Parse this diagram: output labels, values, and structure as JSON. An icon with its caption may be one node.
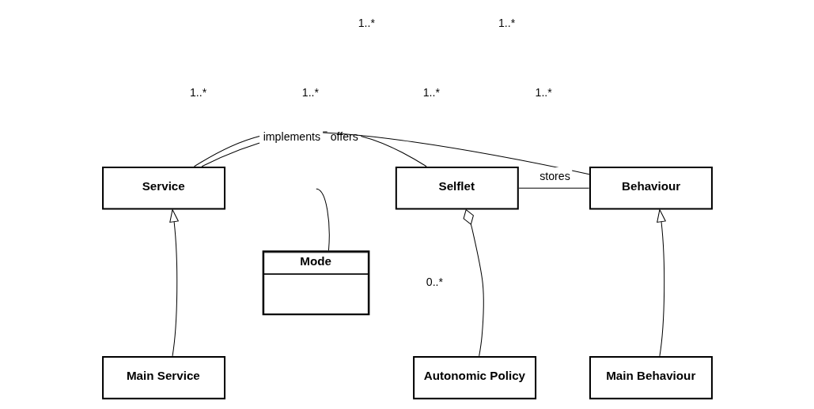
{
  "diagram": {
    "nodes": [
      {
        "text": [
          "Service"
        ]
      },
      {
        "text": [
          "Selflet"
        ]
      },
      {
        "text": [
          "Behaviour"
        ]
      },
      {
        "text": [
          "Mode"
        ]
      },
      {
        "text": [
          "Main Service"
        ]
      },
      {
        "text": [
          "Autonomic Policy"
        ]
      },
      {
        "text": [
          "Main Behaviour"
        ]
      }
    ],
    "edges": [
      {
        "from": 0,
        "to": 2,
        "arrow": "none",
        "label": "implements"
      },
      {
        "from": 0,
        "to": 1,
        "arrow": "none",
        "label": "offers"
      },
      {
        "from": 3,
        "to": null,
        "arrow": "none"
      },
      {
        "from": 1,
        "to": 2,
        "arrow": "none",
        "label": "stores"
      },
      {
        "from": 1,
        "to": 5,
        "arrow": "other"
      },
      {
        "from": 4,
        "to": 0,
        "arrow": "to"
      },
      {
        "from": 6,
        "to": 2,
        "arrow": "to"
      }
    ],
    "labels": [
      "1..*",
      "1..*",
      "1..*",
      "1..*",
      "1..*",
      "1..*",
      "0..*"
    ]
  }
}
